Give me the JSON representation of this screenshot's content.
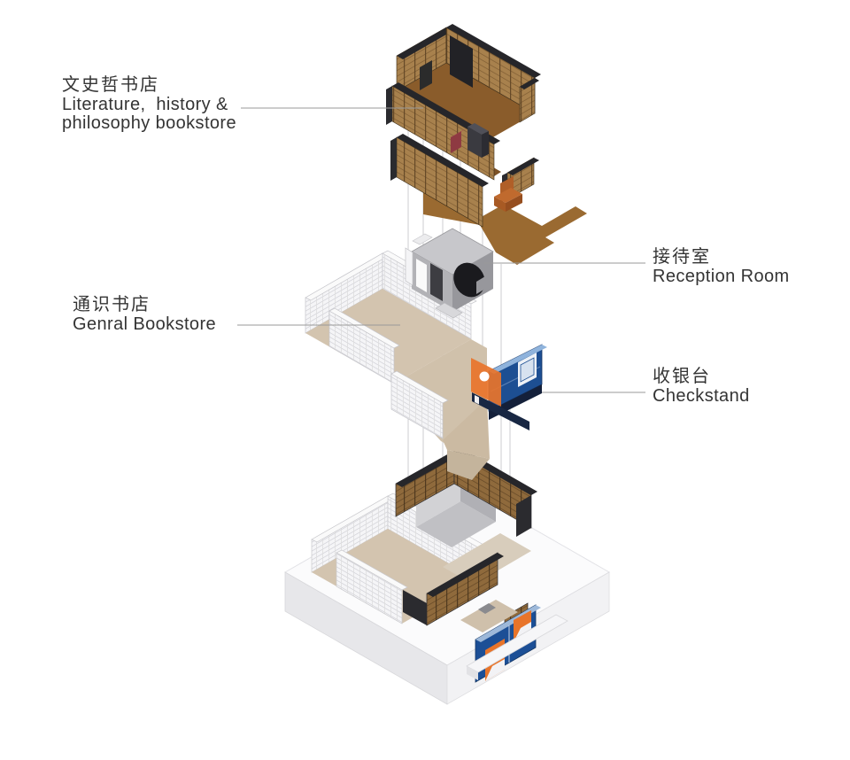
{
  "title": "Bookstore exploded axonometric diagram",
  "labels": {
    "literature": {
      "zh": "文史哲书店",
      "en_line1": "Literature,  history &",
      "en_line2": "philosophy bookstore"
    },
    "reception": {
      "zh": "接待室",
      "en": "Reception Room"
    },
    "general": {
      "zh": "通识书店",
      "en": "Genral Bookstore"
    },
    "checkstand": {
      "zh": "收银台",
      "en": "Checkstand"
    }
  },
  "colors": {
    "wood_shelf": "#a8814d",
    "wood_cap_dark": "#26262a",
    "floor_brown": "#8a5c2b",
    "floor_tan": "#d3c4af",
    "white_shelf": "#f5f5f7",
    "reception_gray": "#a9a9ae",
    "checkstand_blue": "#1d4f93",
    "accent_orange": "#e8742a",
    "slab_white": "#f3f3f5",
    "leader_line": "#9a9a9a",
    "projection_line": "#c9c9cc"
  }
}
